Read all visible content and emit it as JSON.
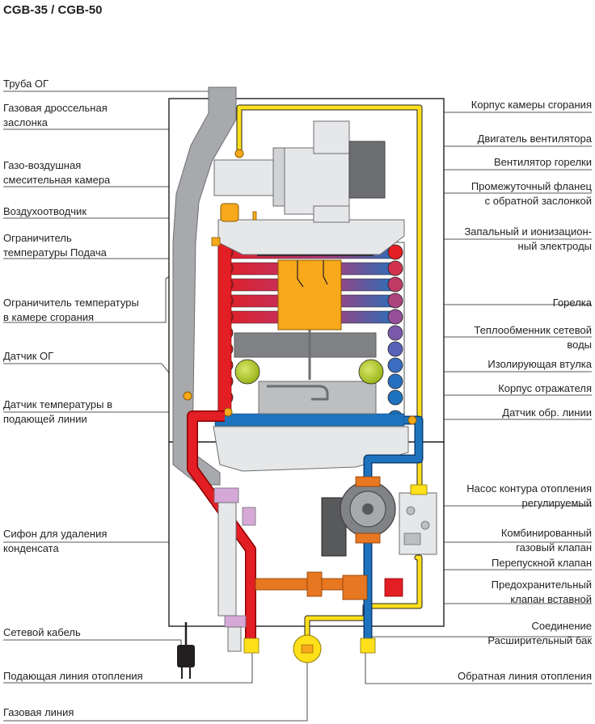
{
  "title": "CGB-35 / CGB-50",
  "labels": {
    "left": [
      {
        "id": "flue-pipe",
        "lines": [
          "Труба ОГ"
        ]
      },
      {
        "id": "gas-throttle",
        "lines": [
          "Газовая дроссельная",
          "заслонка"
        ]
      },
      {
        "id": "mixing-chamber",
        "lines": [
          "Газо-воздушная",
          "смесительная камера"
        ]
      },
      {
        "id": "air-vent",
        "lines": [
          "Воздухоотводчик"
        ]
      },
      {
        "id": "flow-temp-limiter",
        "lines": [
          "Ограничитель",
          "температуры Подача"
        ]
      },
      {
        "id": "chamber-temp-limiter",
        "lines": [
          "Ограничитель температуры",
          "в камере сгорания"
        ]
      },
      {
        "id": "flue-sensor",
        "lines": [
          "Датчик ОГ"
        ]
      },
      {
        "id": "flow-temp-sensor",
        "lines": [
          "Датчик температуры в",
          "подающей линии"
        ]
      },
      {
        "id": "condensate-trap",
        "lines": [
          "Сифон для удаления",
          "конденсата"
        ]
      },
      {
        "id": "power-cable",
        "lines": [
          "Сетевой кабель"
        ]
      },
      {
        "id": "heating-flow",
        "lines": [
          "Подающая линия отопления"
        ]
      },
      {
        "id": "gas-line",
        "lines": [
          "Газовая линия"
        ]
      }
    ],
    "right": [
      {
        "id": "chamber-housing",
        "lines": [
          "Корпус камеры сгорания"
        ]
      },
      {
        "id": "fan-motor",
        "lines": [
          "Двигатель вентилятора"
        ]
      },
      {
        "id": "burner-fan",
        "lines": [
          "Вентилятор горелки"
        ]
      },
      {
        "id": "intermediate-flange",
        "lines": [
          "Промежуточный фланец",
          "с обратной заслонкой"
        ]
      },
      {
        "id": "electrodes",
        "lines": [
          "Запальный и ионизацион-",
          "ный электроды"
        ]
      },
      {
        "id": "burner",
        "lines": [
          "Горелка"
        ]
      },
      {
        "id": "heat-exchanger",
        "lines": [
          "Теплообменник сетевой",
          "воды"
        ]
      },
      {
        "id": "insulating-sleeve",
        "lines": [
          "Изолирующая втулка"
        ]
      },
      {
        "id": "reflector-housing",
        "lines": [
          "Корпус отражателя"
        ]
      },
      {
        "id": "return-sensor",
        "lines": [
          "Датчик обр. линии"
        ]
      },
      {
        "id": "pump",
        "lines": [
          "Насос контура отопления",
          "регулируемый"
        ]
      },
      {
        "id": "gas-valve",
        "lines": [
          "Комбинированный",
          "газовый клапан"
        ]
      },
      {
        "id": "bypass-valve",
        "lines": [
          "Перепускной клапан"
        ]
      },
      {
        "id": "safety-valve",
        "lines": [
          "Предохранительный",
          "клапан вставной"
        ]
      },
      {
        "id": "expansion-connection",
        "lines": [
          "Соединение",
          "Расширительный бак"
        ]
      },
      {
        "id": "heating-return",
        "lines": [
          "Обратная линия отопления"
        ]
      }
    ]
  },
  "colors": {
    "flow_pipe": "#e31e24",
    "return_pipe": "#1e73be",
    "gas_pipe": "#ffe01b",
    "burner": "#f7a81b",
    "flue_gray": "#a7a9ac",
    "insulating_sleeve": "#b5cf2c",
    "condensate": "#d6a8d8",
    "valve_orange": "#e87722"
  }
}
